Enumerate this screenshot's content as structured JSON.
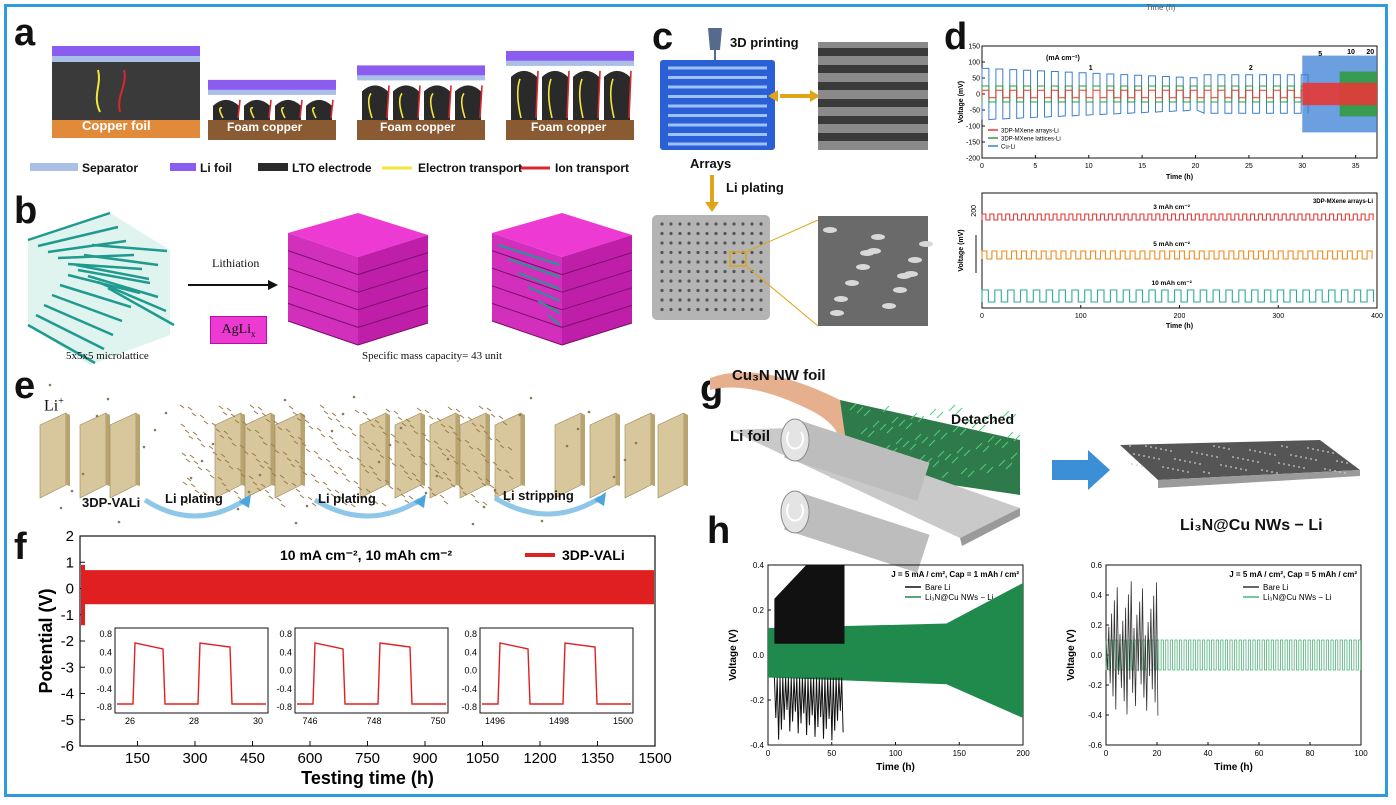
{
  "panels": {
    "a": {
      "label": "a",
      "blocks": [
        "Copper foil",
        "Foam copper",
        "Foam copper",
        "Foam copper"
      ],
      "legend": [
        "Separator",
        "Li foil",
        "LTO electrode",
        "Electron transport",
        "Ion transport"
      ],
      "colors": {
        "separator": "#a9bfe6",
        "li_foil": "#8a5cf0",
        "lto": "#2a2a2a",
        "electron": "#f5e63a",
        "ion": "#d8282e",
        "copper": "#e08a3a"
      }
    },
    "b": {
      "label": "b",
      "arrow_text": "Lithiation",
      "box_text": "AgLi",
      "box_sub": "x",
      "caption_left": "5x5x5 microlattice",
      "caption_right": "Specific mass capacity= 43 unit",
      "colors": {
        "lattice": "#1f9a8f",
        "aglix": "#ec3ad2"
      }
    },
    "c": {
      "label": "c",
      "top_text": "3D printing",
      "arrays_text": "Arrays",
      "plating_text": "Li plating"
    },
    "d": {
      "label": "d",
      "top_axis_title": "Time (h)",
      "top_chart": {
        "type": "line",
        "xlabel": "Time (h)",
        "ylabel": "Voltage (mV)",
        "xlim": [
          0,
          37
        ],
        "ylim": [
          -200,
          150
        ],
        "xticks": [
          "0",
          "5",
          "10",
          "15",
          "20",
          "25",
          "30",
          "35"
        ],
        "yticks": [
          "-200",
          "-150",
          "-100",
          "-50",
          "0",
          "50",
          "100",
          "150"
        ],
        "annotations": [
          "(mA cm⁻²)",
          "1",
          "2",
          "5",
          "10",
          "20"
        ],
        "series": [
          {
            "name": "3DP-MXene arrays-Li",
            "color": "#e53935"
          },
          {
            "name": "3DP-MXene lattices-Li",
            "color": "#2e9b3a"
          },
          {
            "name": "Cu-Li",
            "color": "#3b7fd4"
          }
        ]
      },
      "bottom_chart": {
        "type": "line",
        "xlabel": "Time (h)",
        "ylabel": "Voltage (mV)",
        "xlim": [
          0,
          400
        ],
        "xticks": [
          "0",
          "100",
          "200",
          "300",
          "400"
        ],
        "ytick": "200",
        "title": "3DP-MXene arrays-Li",
        "series": [
          {
            "name": "3 mAh cm⁻²",
            "color": "#e53935"
          },
          {
            "name": "5 mAh cm⁻²",
            "color": "#f08a1c"
          },
          {
            "name": "10 mAh cm⁻²",
            "color": "#2eaa9a"
          }
        ]
      }
    },
    "e": {
      "label": "e",
      "li_text": "Li",
      "li_sup": "+",
      "steps": [
        "3DP-VALi",
        "Li plating",
        "Li plating",
        "Li stripping"
      ]
    },
    "f": {
      "label": "f",
      "chart": {
        "type": "line",
        "title": "10 mA cm⁻², 10 mAh cm⁻²",
        "legend": "3DP-VALi",
        "xlabel": "Testing time (h)",
        "ylabel": "Potential (V)",
        "xlim": [
          0,
          1500
        ],
        "ylim": [
          -6,
          2
        ],
        "xticks": [
          "150",
          "300",
          "450",
          "600",
          "750",
          "900",
          "1050",
          "1200",
          "1350",
          "1500"
        ],
        "yticks": [
          "2",
          "1",
          "0",
          "-1",
          "-2",
          "-3",
          "-4",
          "-5",
          "-6"
        ],
        "band": [
          -0.6,
          0.7
        ],
        "color": "#e02020"
      },
      "insets": [
        {
          "xticks": [
            "26",
            "28",
            "30"
          ],
          "yticks": [
            "0.8",
            "0.4",
            "0.0",
            "-0.4",
            "-0.8"
          ]
        },
        {
          "xticks": [
            "746",
            "748",
            "750"
          ],
          "yticks": [
            "0.8",
            "0.4",
            "0.0",
            "-0.4",
            "-0.8"
          ]
        },
        {
          "xticks": [
            "1496",
            "1498",
            "1500"
          ],
          "yticks": [
            "0.8",
            "0.4",
            "0.0",
            "-0.4",
            "-0.8"
          ]
        }
      ]
    },
    "g": {
      "label": "g",
      "top_text": "Cu₃N NW foil",
      "li_foil_text": "Li foil",
      "detached_text": "Detached",
      "product_text": "Li₃N@Cu NWs − Li"
    },
    "h": {
      "label": "h",
      "left_chart": {
        "type": "line",
        "title": "J = 5 mA / cm², Cap = 1 mAh / cm²",
        "xlabel": "Time (h)",
        "ylabel": "Voltage (V)",
        "xlim": [
          0,
          200
        ],
        "ylim": [
          -0.4,
          0.4
        ],
        "xticks": [
          "0",
          "50",
          "100",
          "150",
          "200"
        ],
        "yticks": [
          "0.4",
          "0.2",
          "0.0",
          "-0.2",
          "-0.4"
        ],
        "series": [
          {
            "name": "Bare Li",
            "color": "#111111"
          },
          {
            "name": "Li₃N@Cu NWs − Li",
            "color": "#1f8a4c"
          }
        ]
      },
      "right_chart": {
        "type": "line",
        "title": "J = 5 mA / cm², Cap = 5 mAh / cm²",
        "xlabel": "Time (h)",
        "ylabel": "Voltage (V)",
        "xlim": [
          0,
          100
        ],
        "ylim": [
          -0.6,
          0.6
        ],
        "xticks": [
          "0",
          "20",
          "40",
          "60",
          "80",
          "100"
        ],
        "yticks": [
          "0.6",
          "0.4",
          "0.2",
          "0.0",
          "-0.2",
          "-0.4",
          "-0.6"
        ],
        "series": [
          {
            "name": "Bare Li",
            "color": "#333333"
          },
          {
            "name": "Li₃N@Cu NWs − Li",
            "color": "#4fb27a"
          }
        ]
      }
    }
  },
  "chart_data": [
    {
      "panel": "d-top",
      "type": "line",
      "xlabel": "Time (h)",
      "ylabel": "Voltage (mV)",
      "xlim": [
        0,
        37
      ],
      "ylim": [
        -200,
        150
      ],
      "series": [
        {
          "name": "3DP-MXene arrays-Li",
          "amplitude_mV": 15
        },
        {
          "name": "3DP-MXene lattices-Li",
          "amplitude_mV": 30
        },
        {
          "name": "Cu-Li",
          "amplitude_mV": 80
        }
      ]
    },
    {
      "panel": "d-bottom",
      "type": "line",
      "xlabel": "Time (h)",
      "ylabel": "Voltage (mV)",
      "xlim": [
        0,
        400
      ],
      "series": [
        {
          "name": "3 mAh cm⁻²"
        },
        {
          "name": "5 mAh cm⁻²"
        },
        {
          "name": "10 mAh cm⁻²"
        }
      ]
    },
    {
      "panel": "f",
      "type": "line",
      "xlabel": "Testing time (h)",
      "ylabel": "Potential (V)",
      "xlim": [
        0,
        1500
      ],
      "ylim": [
        -6,
        2
      ],
      "series": [
        {
          "name": "3DP-VALi",
          "band_V": [
            -0.6,
            0.7
          ]
        }
      ]
    },
    {
      "panel": "h-left",
      "type": "line",
      "xlabel": "Time (h)",
      "ylabel": "Voltage (V)",
      "xlim": [
        0,
        200
      ],
      "ylim": [
        -0.4,
        0.4
      ],
      "series": [
        {
          "name": "Bare Li",
          "x_end": 60
        },
        {
          "name": "Li₃N@Cu NWs − Li",
          "x_end": 200
        }
      ]
    },
    {
      "panel": "h-right",
      "type": "line",
      "xlabel": "Time (h)",
      "ylabel": "Voltage (V)",
      "xlim": [
        0,
        100
      ],
      "ylim": [
        -0.6,
        0.6
      ],
      "series": [
        {
          "name": "Bare Li",
          "x_end": 20
        },
        {
          "name": "Li₃N@Cu NWs − Li",
          "x_end": 100
        }
      ]
    }
  ]
}
